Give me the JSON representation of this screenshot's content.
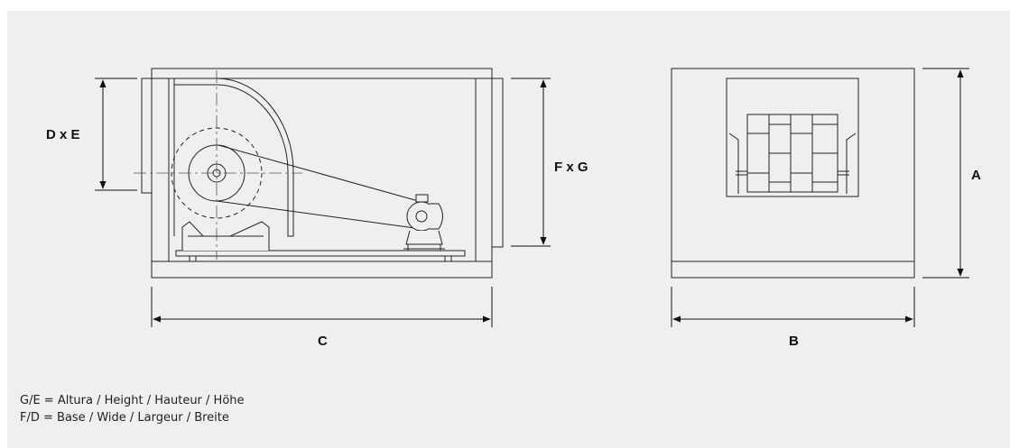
{
  "labels": {
    "dxe": "D x E",
    "fxg": "F x G",
    "a": "A",
    "b": "B",
    "c": "C"
  },
  "legend": {
    "line1": "G/E = Altura / Height / Hauteur / Höhe",
    "line2": "F/D = Base / Wide / Largeur / Breite"
  }
}
